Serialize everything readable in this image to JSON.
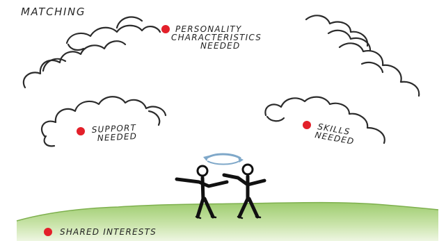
{
  "title": "MATCHING",
  "labels": {
    "personality": [
      "PERSONALITY",
      "CHARACTERISTICS",
      "NEEDED"
    ],
    "support": [
      "SUPPORT",
      "NEEDED"
    ],
    "skills": [
      "SKILLS",
      "NEEDED"
    ],
    "shared_interests": "SHARED INTERESTS"
  },
  "colors": {
    "bullet": "#e3202a",
    "grass_top": "#9ecc6f",
    "grass_bottom": "#e6f1d6",
    "ink": "#222222",
    "swap_arrow": "#7fa8c9"
  },
  "icons": [
    "cloud-icon",
    "bullet-icon",
    "stick-figure-icon",
    "swap-arrow-icon"
  ]
}
